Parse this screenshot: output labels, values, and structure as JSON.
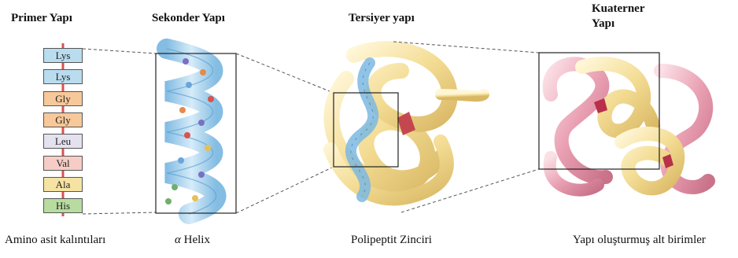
{
  "headings": {
    "primary": "Primer Yapı",
    "secondary": "Sekonder Yapı",
    "tertiary": "Tersiyer yapı",
    "quaternary_line1": "Kuaterner",
    "quaternary_line2": "Yapı"
  },
  "residues": [
    {
      "label": "Lys",
      "color": "#b9dcef"
    },
    {
      "label": "Lys",
      "color": "#b9dcef"
    },
    {
      "label": "Gly",
      "color": "#f7c89a"
    },
    {
      "label": "Gly",
      "color": "#f7c89a"
    },
    {
      "label": "Leu",
      "color": "#e4e2ee"
    },
    {
      "label": "Val",
      "color": "#f6cdc6"
    },
    {
      "label": "Ala",
      "color": "#f6e3a3"
    },
    {
      "label": "His",
      "color": "#b8dca0"
    }
  ],
  "captions": {
    "primary": "Amino asit kalıntıları",
    "secondary_symbol": "α",
    "secondary_text": " Helix",
    "tertiary": "Polipeptit Zinciri",
    "quaternary": "Yapı oluşturmuş alt birimler"
  },
  "colors": {
    "backbone": "#d9534f",
    "helix": "#9dc9e8",
    "tertiary_chain": "#f2dc98",
    "quaternary_subunit_a": "#e7a9b7",
    "quaternary_subunit_b": "#f2dc98"
  }
}
